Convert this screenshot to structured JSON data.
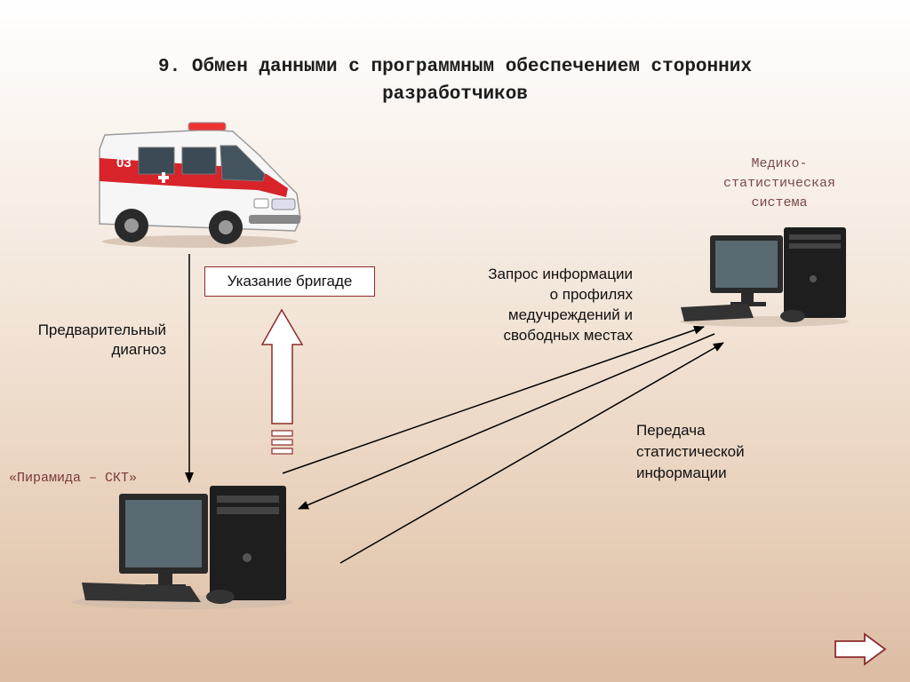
{
  "title": {
    "line1": "9. Обмен данными с программным обеспечением сторонних",
    "line2": "разработчиков"
  },
  "labels": {
    "med_system": [
      "Медико-",
      "статистическая",
      "система"
    ],
    "pyramid": "«Пирамида – СКТ»",
    "brigade_instruction": "Указание бригаде",
    "preliminary_diagnosis": [
      "Предварительный",
      "диагноз"
    ],
    "info_request": [
      "Запрос информации",
      "о профилях",
      "медучреждений и",
      "свободных местах"
    ],
    "stat_transfer": [
      "Передача",
      "статистической",
      "информации"
    ]
  },
  "ambulance": {
    "number": "03"
  },
  "colors": {
    "accent": "#8b2b2b",
    "ambulance_stripe": "#d8232a"
  },
  "icons": {
    "nav": "next-arrow-icon"
  }
}
